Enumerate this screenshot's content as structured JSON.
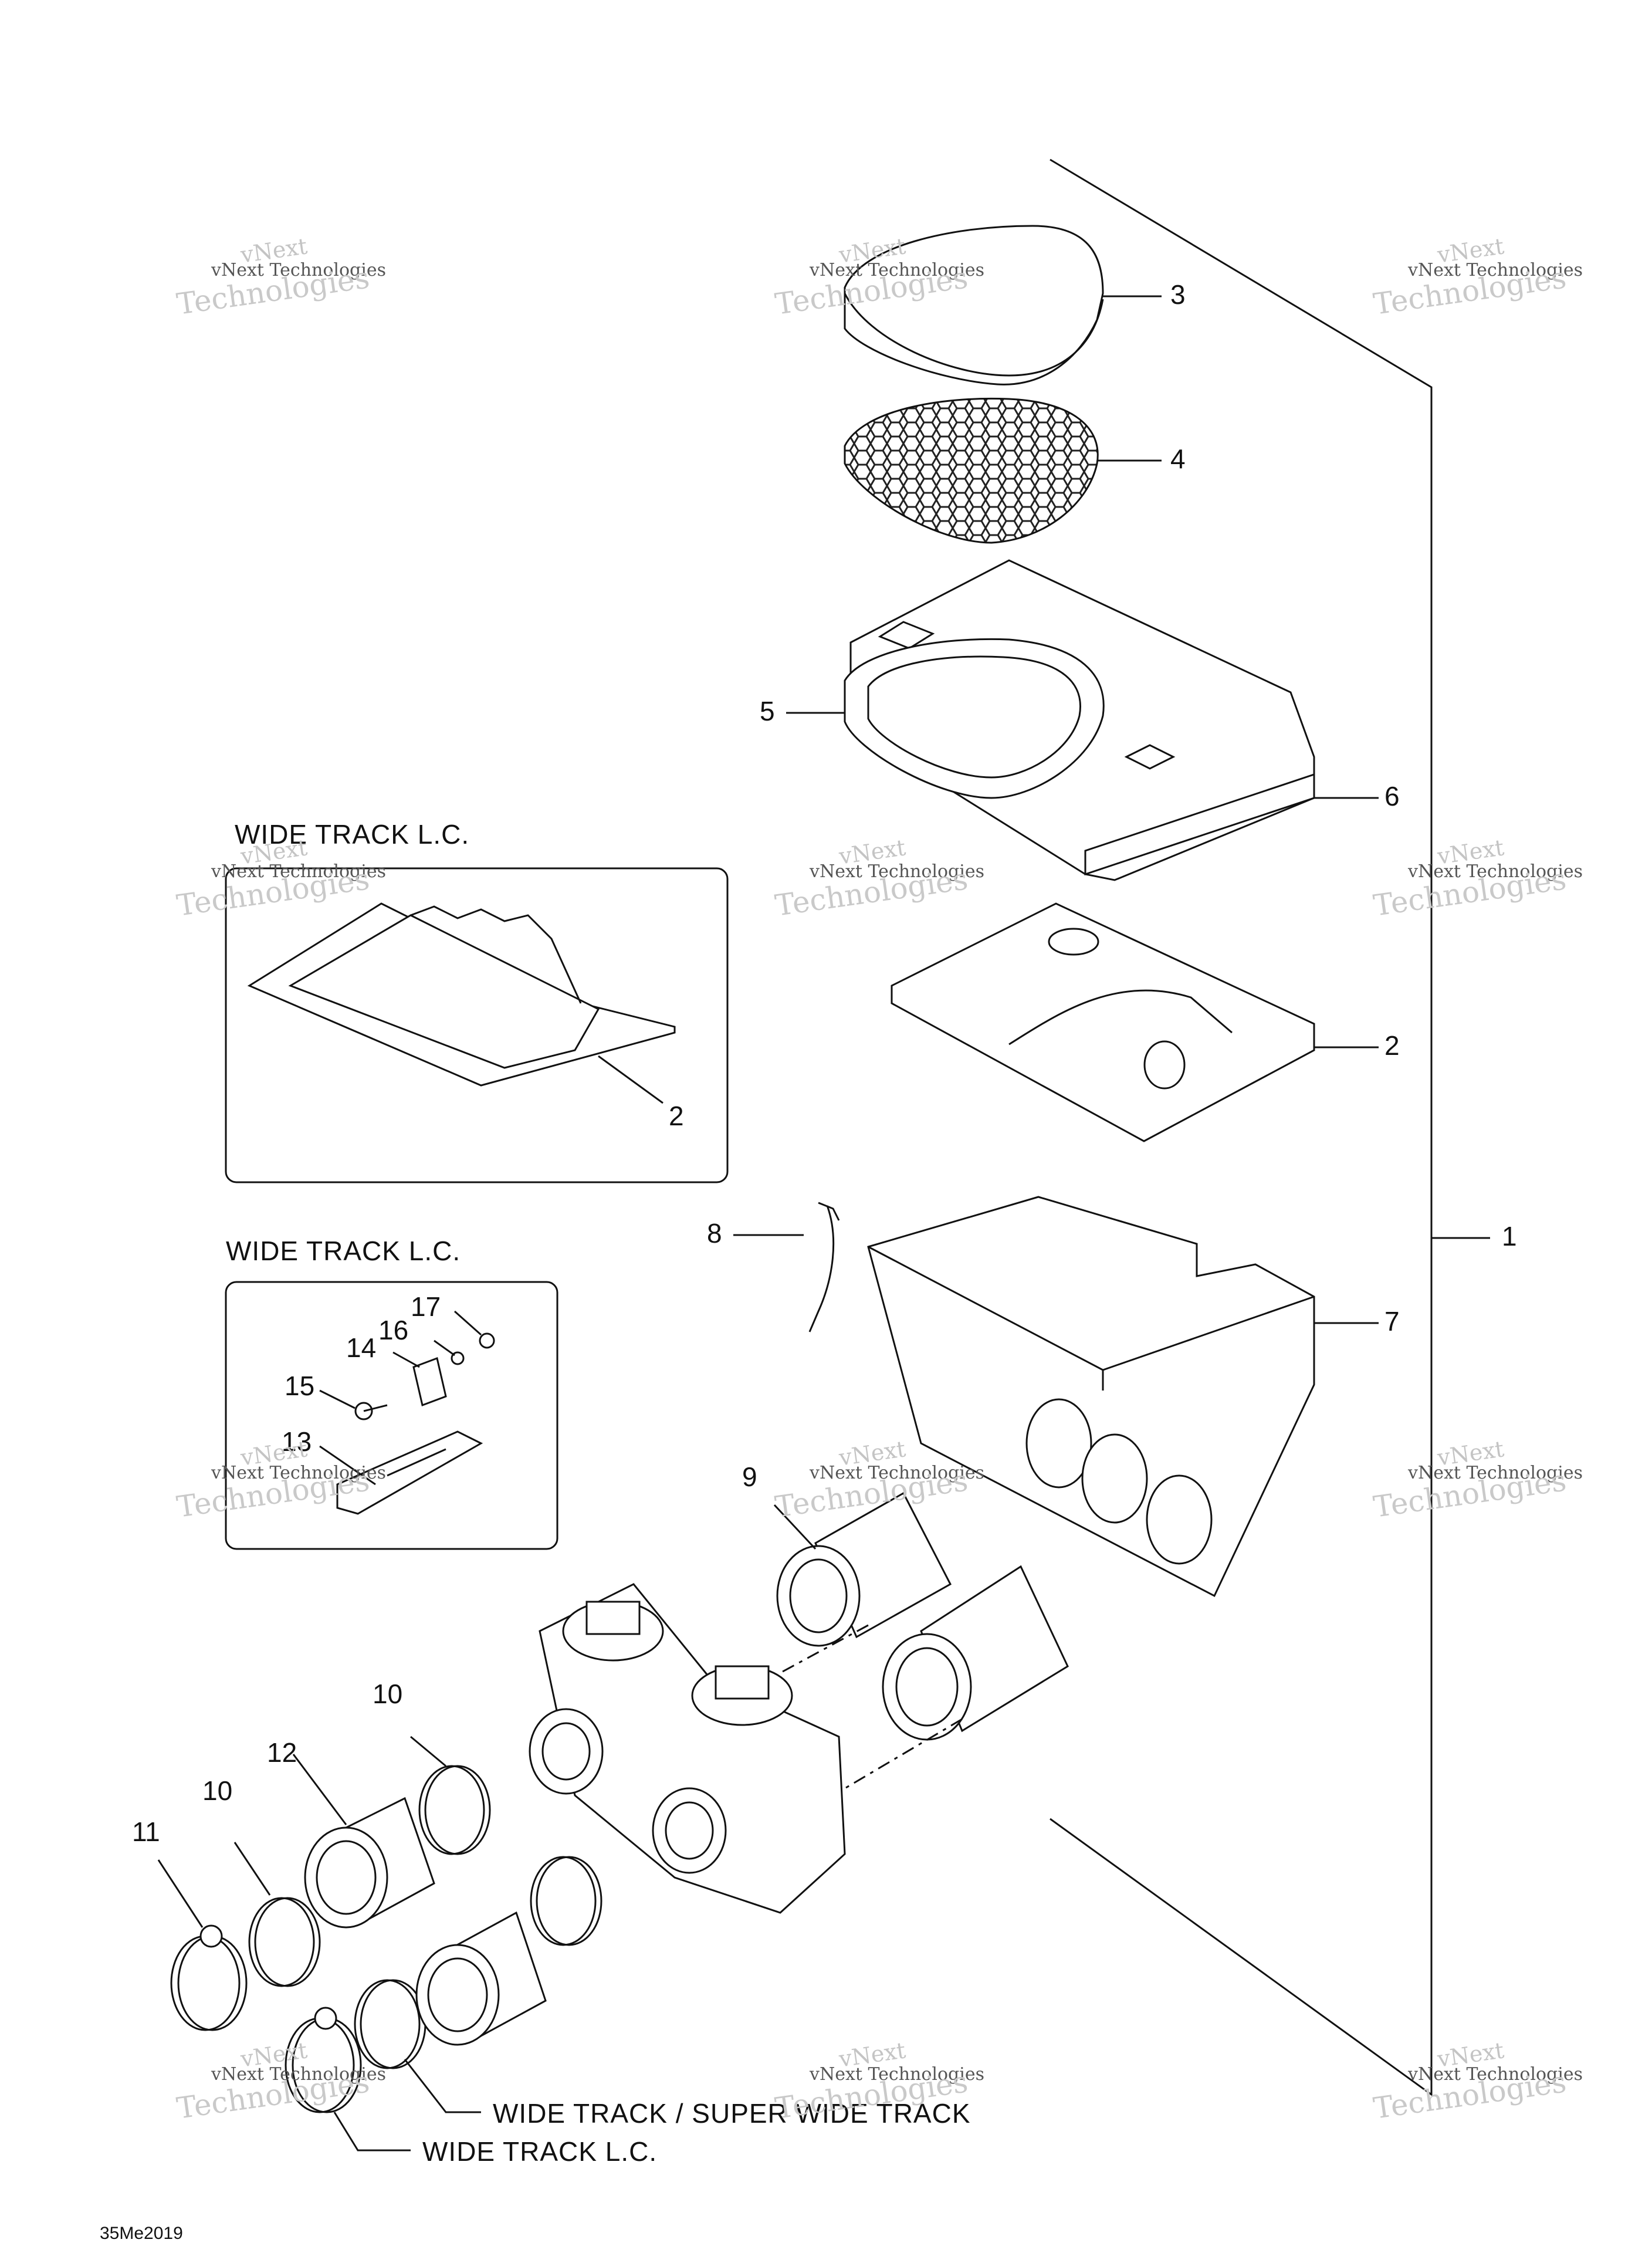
{
  "callouts": [
    "1",
    "2",
    "2",
    "3",
    "4",
    "5",
    "6",
    "7",
    "8",
    "9",
    "10",
    "10",
    "11",
    "12",
    "13",
    "14",
    "15",
    "16",
    "17"
  ],
  "captions": {
    "inset_top": "WIDE TRACK L.C.",
    "inset_bottom": "WIDE TRACK L.C.",
    "boots_upper": "WIDE TRACK / SUPER WIDE TRACK",
    "boots_lower": "WIDE TRACK L.C."
  },
  "watermark": {
    "line1": "vNext",
    "line2": "vNext Technologies",
    "line3": "Technologies"
  },
  "reference": "35Me2019"
}
